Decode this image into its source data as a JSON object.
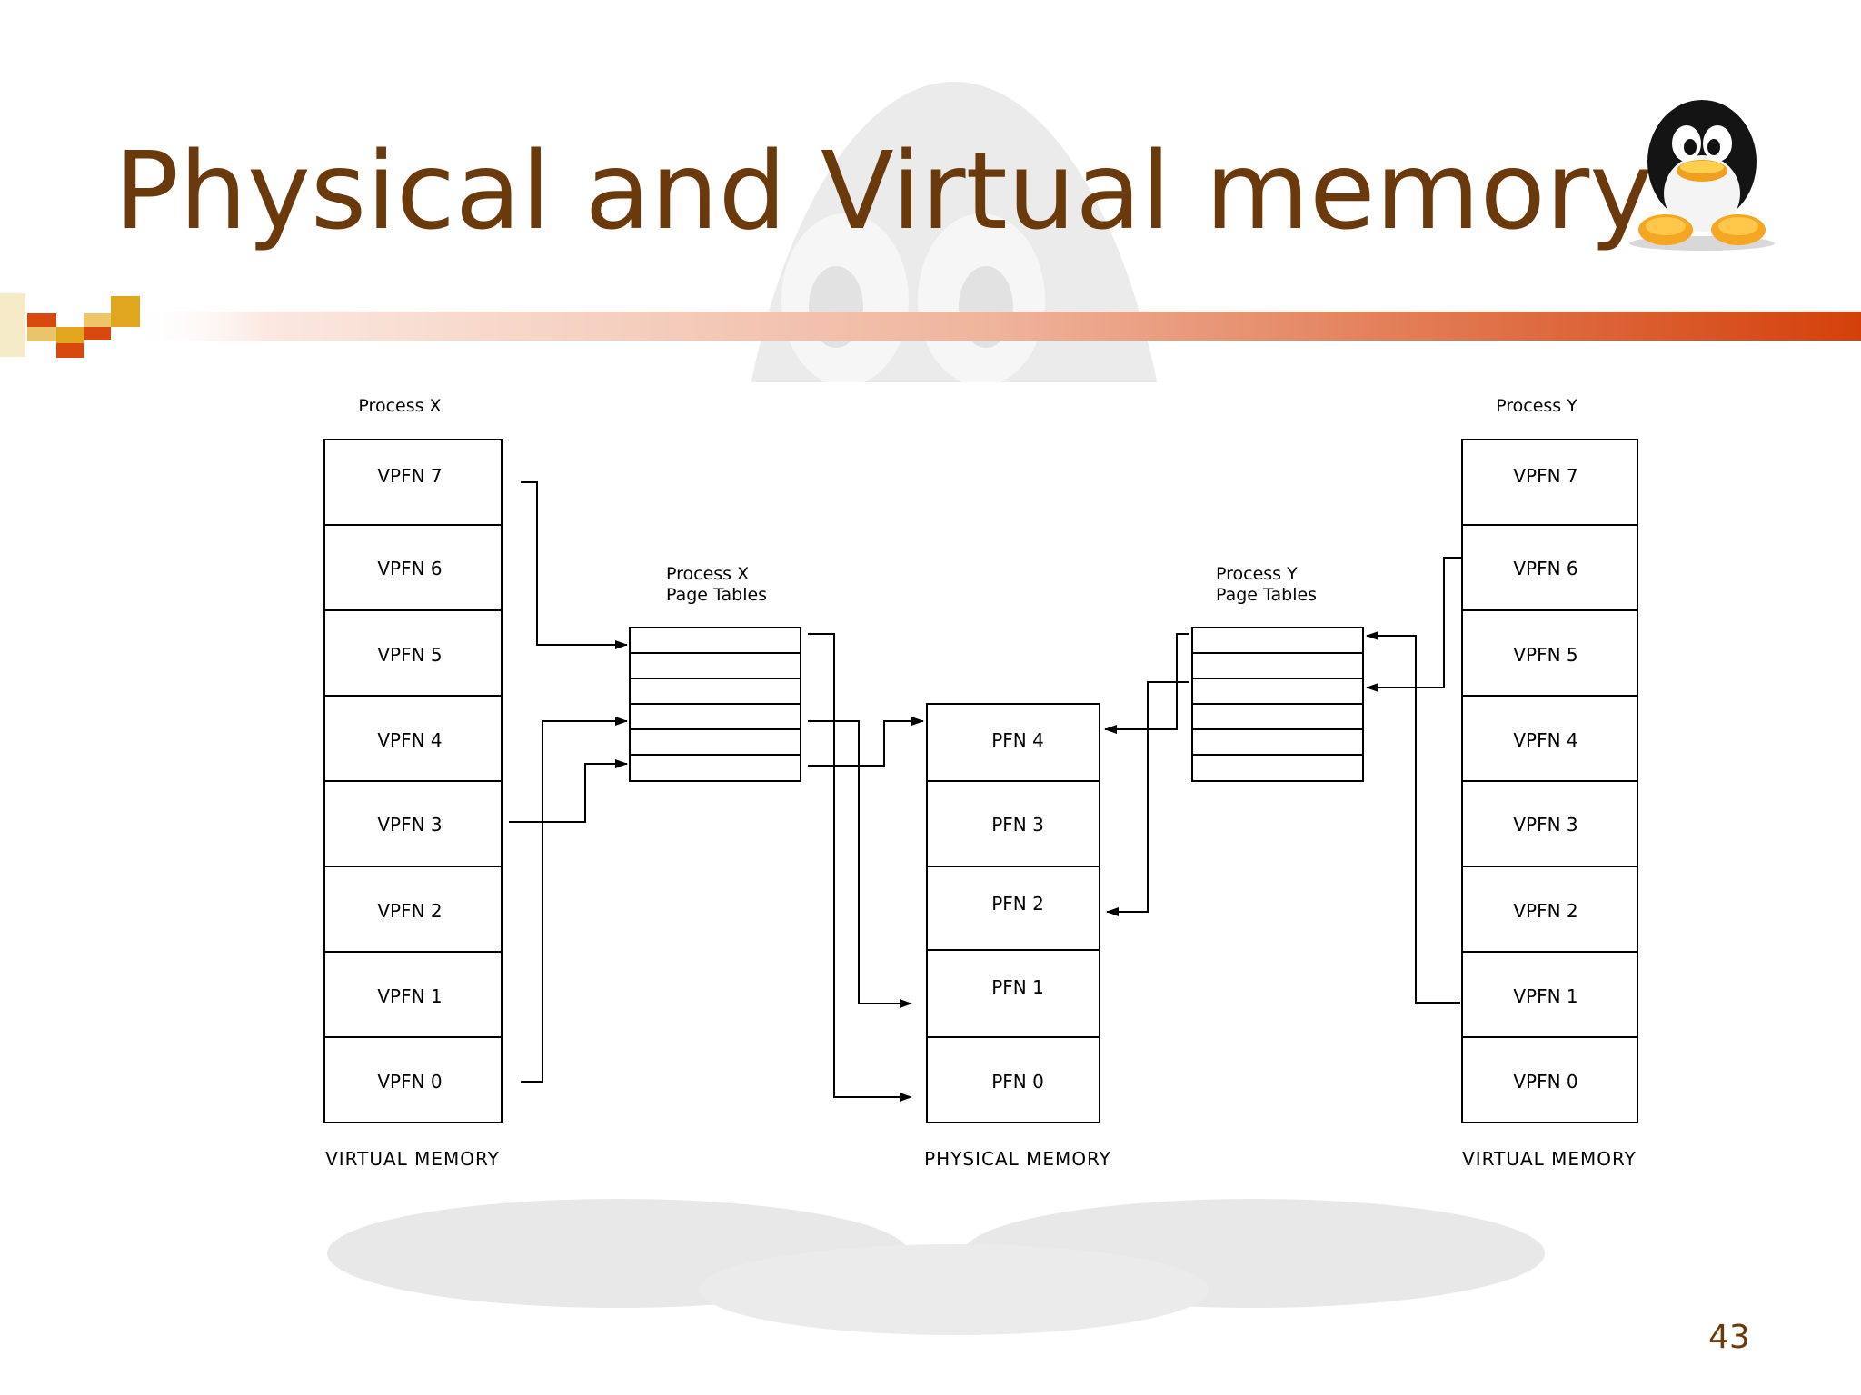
{
  "slide": {
    "title": "Physical and Virtual memory",
    "page_number": "43",
    "colors": {
      "title": "#6b3a0c",
      "accent": "#d4400a",
      "accent_light": "#f2c9b6",
      "gold": "#d9a11f"
    },
    "logo_icon": "tux-penguin-icon"
  },
  "diagram": {
    "process_x": {
      "label": "Process X",
      "pages": [
        "VPFN 7",
        "VPFN 6",
        "VPFN 5",
        "VPFN 4",
        "VPFN 3",
        "VPFN 2",
        "VPFN 1",
        "VPFN 0"
      ],
      "caption": "VIRTUAL MEMORY"
    },
    "process_y": {
      "label": "Process Y",
      "pages": [
        "VPFN 7",
        "VPFN 6",
        "VPFN 5",
        "VPFN 4",
        "VPFN 3",
        "VPFN 2",
        "VPFN 1",
        "VPFN 0"
      ],
      "caption": "VIRTUAL MEMORY"
    },
    "physical": {
      "pages": [
        "PFN 4",
        "PFN 3",
        "PFN 2",
        "PFN 1",
        "PFN 0"
      ],
      "caption": "PHYSICAL MEMORY"
    },
    "page_table_x": {
      "line1": "Process X",
      "line2": "Page Tables"
    },
    "page_table_y": {
      "line1": "Process Y",
      "line2": "Page Tables"
    }
  }
}
